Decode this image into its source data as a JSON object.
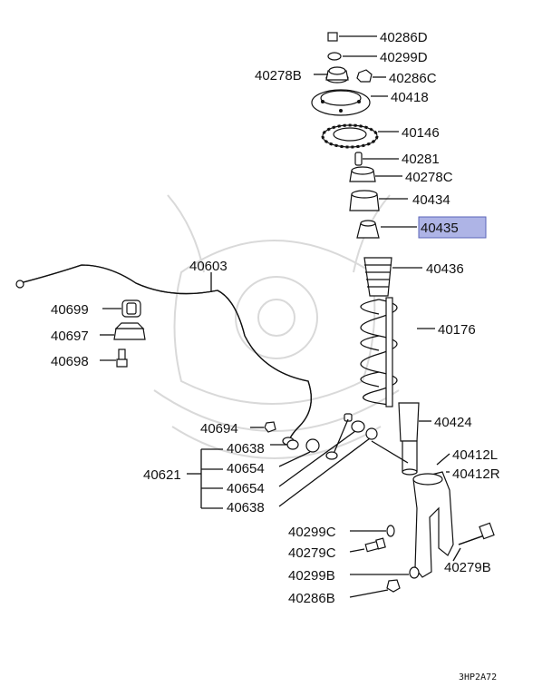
{
  "labels": {
    "p40286D": "40286D",
    "p40299D": "40299D",
    "p40278B": "40278B",
    "p40286C": "40286C",
    "p40418": "40418",
    "p40146": "40146",
    "p40281": "40281",
    "p40278C": "40278C",
    "p40434": "40434",
    "p40435": "40435",
    "p40436": "40436",
    "p40603": "40603",
    "p40699": "40699",
    "p40697": "40697",
    "p40698": "40698",
    "p40176": "40176",
    "p40424": "40424",
    "p40694": "40694",
    "p40638a": "40638",
    "p40654a": "40654",
    "p40621": "40621",
    "p40654b": "40654",
    "p40638b": "40638",
    "p40412L": "40412L",
    "p40412R": "40412R",
    "p40299C": "40299C",
    "p40279C": "40279C",
    "p40279B": "40279B",
    "p40299B": "40299B",
    "p40286B": "40286B"
  },
  "highlighted_part": "40435",
  "highlight_color": "#aeb4e6",
  "diagram_code": "3HP2A72"
}
